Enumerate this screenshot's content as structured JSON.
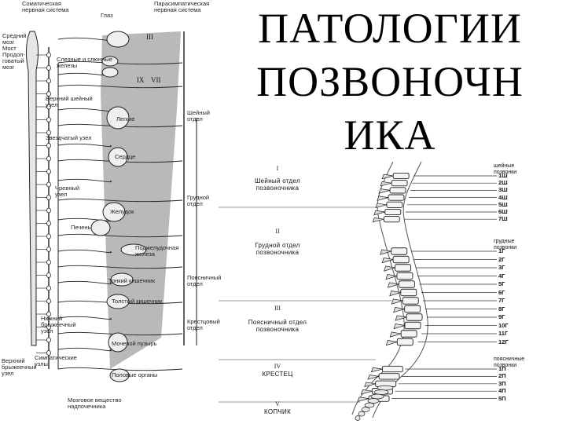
{
  "title": {
    "line1": "ПАТОЛОГИИ",
    "line2": "ПОЗВОНОЧН",
    "line3": "ИКА"
  },
  "left_diagram": {
    "labels": [
      "Соматическая\nнервная система",
      "Глаз",
      "Парасимпатическая\nнервная система",
      "Средний\nмозг\nМост\nПродол-\nговатый\nмозг",
      "Слезные и слюнные\nжелезы",
      "Верхний шейный\nузел",
      "Звездчатый узел",
      "Легкие",
      "Сердце",
      "Шейный\nотдел",
      "Чревный\nузел",
      "Печень",
      "Желудок",
      "Грудной\nотдел",
      "Поджелудочная\nжелеза",
      "Тонкий кишечник",
      "Нижний\nбрыжеечный\nузел",
      "Толстый кишечник",
      "Поясничный\nотдел",
      "Мочевой пузырь",
      "Крестцовый\nотдел",
      "Верхний\nбрыжеечный\nузел",
      "Симпатические\nузлы",
      "Половые органы",
      "Мозговое вещество\nнадпочечника"
    ],
    "romans": [
      "III",
      "IX",
      "VII"
    ]
  },
  "spine": {
    "sections": [
      {
        "roman": "I",
        "name": "Шейный отдел\nпозвоночника"
      },
      {
        "roman": "II",
        "name": "Грудной отдел\nпозвоночника"
      },
      {
        "roman": "III",
        "name": "Поясничный отдел\nпозвоночника"
      },
      {
        "roman": "IV",
        "name": "КРЕСТЕЦ"
      },
      {
        "roman": "V",
        "name": "КОПЧИК"
      }
    ],
    "groups": [
      {
        "name": "шейные\nпозвонки",
        "items": [
          "1Ш",
          "2Ш",
          "3Ш",
          "4Ш",
          "5Ш",
          "6Ш",
          "7Ш"
        ]
      },
      {
        "name": "грудные\nпозвонки",
        "items": [
          "1Г",
          "2Г",
          "3Г",
          "4Г",
          "5Г",
          "6Г",
          "7Г",
          "8Г",
          "9Г",
          "10Г",
          "11Г",
          "12Г"
        ]
      },
      {
        "name": "поясничные\nпозвонки",
        "items": [
          "1П",
          "2П",
          "3П",
          "4П",
          "5П"
        ]
      }
    ]
  }
}
